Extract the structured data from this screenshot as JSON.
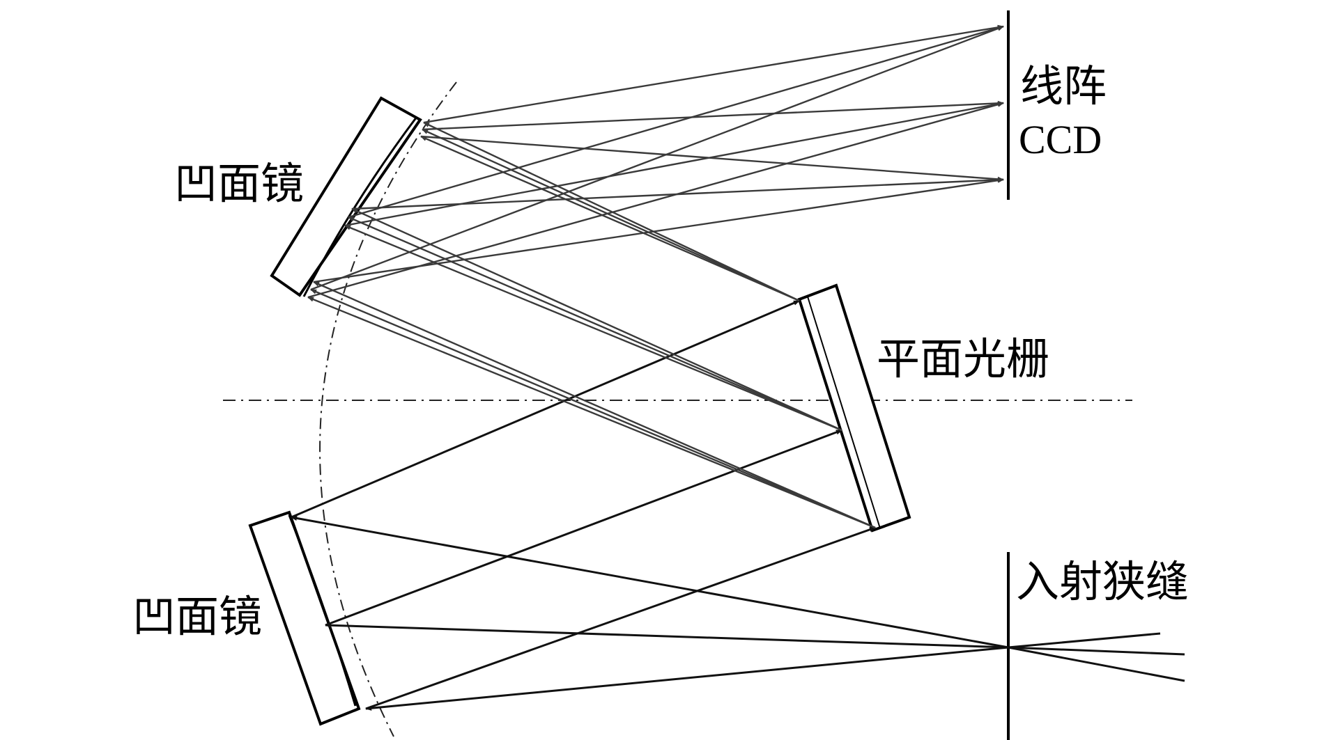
{
  "labels": {
    "concave_mirror_top": "凹面镜",
    "concave_mirror_bottom": "凹面镜",
    "plane_grating": "平面光栅",
    "entrance_slit": "入射狭缝",
    "linear_ccd_line1": "线阵",
    "linear_ccd_line2": "CCD"
  }
}
